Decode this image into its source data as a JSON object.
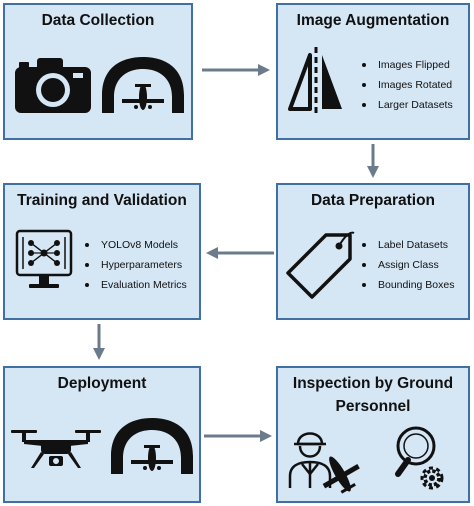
{
  "boxes": {
    "data_collection": {
      "title": "Data Collection"
    },
    "image_augmentation": {
      "title": "Image Augmentation",
      "items": [
        "Images Flipped",
        "Images Rotated",
        "Larger Datasets"
      ]
    },
    "training_validation": {
      "title": "Training and Validation",
      "items": [
        "YOLOv8 Models",
        "Hyperparameters",
        "Evaluation Metrics"
      ]
    },
    "data_preparation": {
      "title": "Data Preparation",
      "items": [
        "Label Datasets",
        "Assign Class",
        "Bounding Boxes"
      ]
    },
    "deployment": {
      "title": "Deployment"
    },
    "inspection": {
      "title_line1": "Inspection by Ground",
      "title_line2": "Personnel"
    }
  },
  "colors": {
    "box_fill": "#d5e6f5",
    "box_border": "#3f6fa3",
    "arrow": "#6b7b8c",
    "icon": "#111111"
  },
  "icons": {
    "data_collection": [
      "camera-icon",
      "hangar-aircraft-icon"
    ],
    "image_augmentation": [
      "mirror-flip-icon"
    ],
    "training_validation": [
      "neural-network-monitor-icon"
    ],
    "data_preparation": [
      "tag-icon"
    ],
    "deployment": [
      "drone-icon",
      "hangar-aircraft-icon"
    ],
    "inspection": [
      "worker-with-aircraft-icon",
      "magnifier-gear-icon"
    ]
  }
}
